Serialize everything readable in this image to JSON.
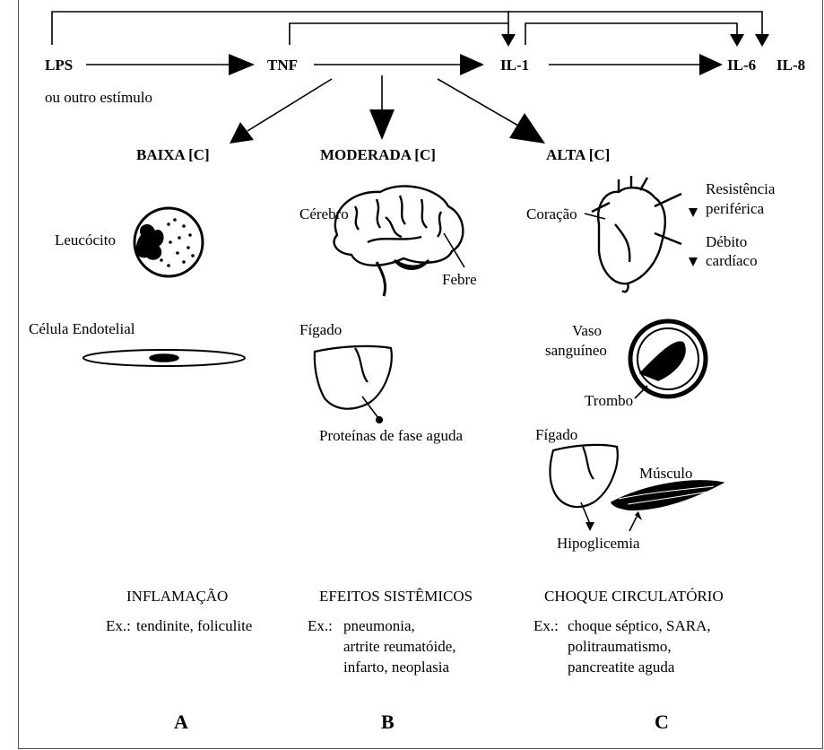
{
  "pathway": {
    "lps": "LPS",
    "lps_sub": "ou outro estímulo",
    "tnf": "TNF",
    "il1": "IL-1",
    "il6": "IL-6",
    "il8": "IL-8"
  },
  "levels": {
    "low": "BAIXA [C]",
    "moderate": "MODERADA [C]",
    "high": "ALTA [C]"
  },
  "col_a": {
    "leukocyte": "Leucócito",
    "endothelial": "Célula Endotelial",
    "category": "INFLAMAÇÃO",
    "example_prefix": "Ex.:",
    "examples": [
      "tendinite, foliculite"
    ],
    "letter": "A"
  },
  "col_b": {
    "brain": "Cérebro",
    "fever": "Febre",
    "liver": "Fígado",
    "proteins": "Proteínas de fase aguda",
    "category": "EFEITOS SISTÊMICOS",
    "example_prefix": "Ex.:",
    "examples": [
      "pneumonia,",
      "artrite reumatóide,",
      "infarto, neoplasia"
    ],
    "letter": "B"
  },
  "col_c": {
    "heart": "Coração",
    "resistance": [
      "Resistência",
      "periférica"
    ],
    "output": [
      "Débito",
      "cardíaco"
    ],
    "vessel": [
      "Vaso",
      "sanguíneo"
    ],
    "thrombus": "Trombo",
    "liver": "Fígado",
    "muscle": "Músculo",
    "hypoglycemia": "Hipoglicemia",
    "category": "CHOQUE CIRCULATÓRIO",
    "example_prefix": "Ex.:",
    "examples": [
      "choque séptico, SARA,",
      "politraumatismo,",
      "pancreatite aguda"
    ],
    "letter": "C"
  }
}
